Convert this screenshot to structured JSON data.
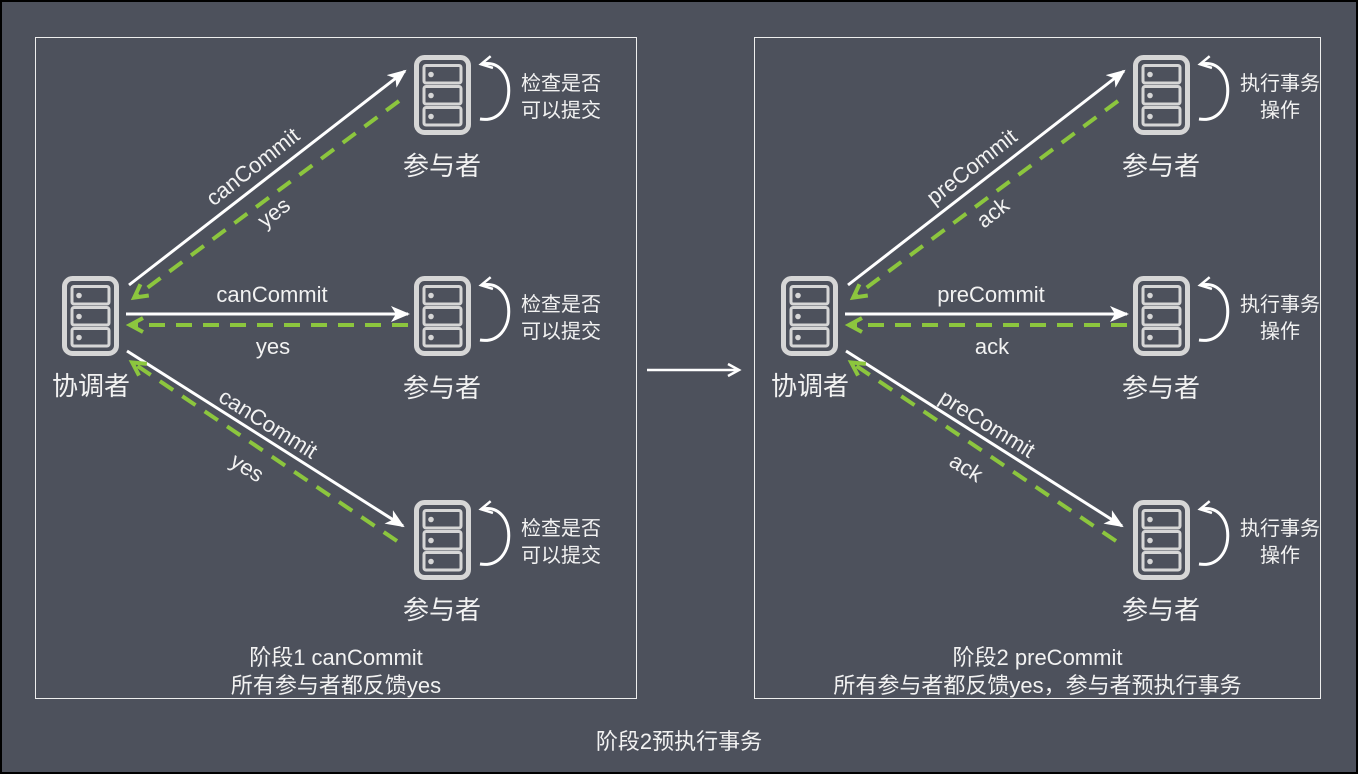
{
  "colors": {
    "bg": "#4d515c",
    "outer_border": "#000000",
    "panel_border": "#eeeeee",
    "icon": "#d6d6d6",
    "solid": "#ffffff",
    "dashed": "#8cc63e",
    "text": "#f2f2f2"
  },
  "panels": [
    {
      "coordinator_label": "协调者",
      "participants": [
        {
          "label": "参与者",
          "request": "canCommit",
          "response": "yes",
          "loop1": "检查是否",
          "loop2": "可以提交"
        },
        {
          "label": "参与者",
          "request": "canCommit",
          "response": "yes",
          "loop1": "检查是否",
          "loop2": "可以提交"
        },
        {
          "label": "参与者",
          "request": "canCommit",
          "response": "yes",
          "loop1": "检查是否",
          "loop2": "可以提交"
        }
      ],
      "caption1": "阶段1 canCommit",
      "caption2": "所有参与者都反馈yes"
    },
    {
      "coordinator_label": "协调者",
      "participants": [
        {
          "label": "参与者",
          "request": "preCommit",
          "response": "ack",
          "loop1": "执行事务",
          "loop2": "操作"
        },
        {
          "label": "参与者",
          "request": "preCommit",
          "response": "ack",
          "loop1": "执行事务",
          "loop2": "操作"
        },
        {
          "label": "参与者",
          "request": "preCommit",
          "response": "ack",
          "loop1": "执行事务",
          "loop2": "操作"
        }
      ],
      "caption1": "阶段2 preCommit",
      "caption2": "所有参与者都反馈yes，参与者预执行事务"
    }
  ],
  "footer": "阶段2预执行事务"
}
